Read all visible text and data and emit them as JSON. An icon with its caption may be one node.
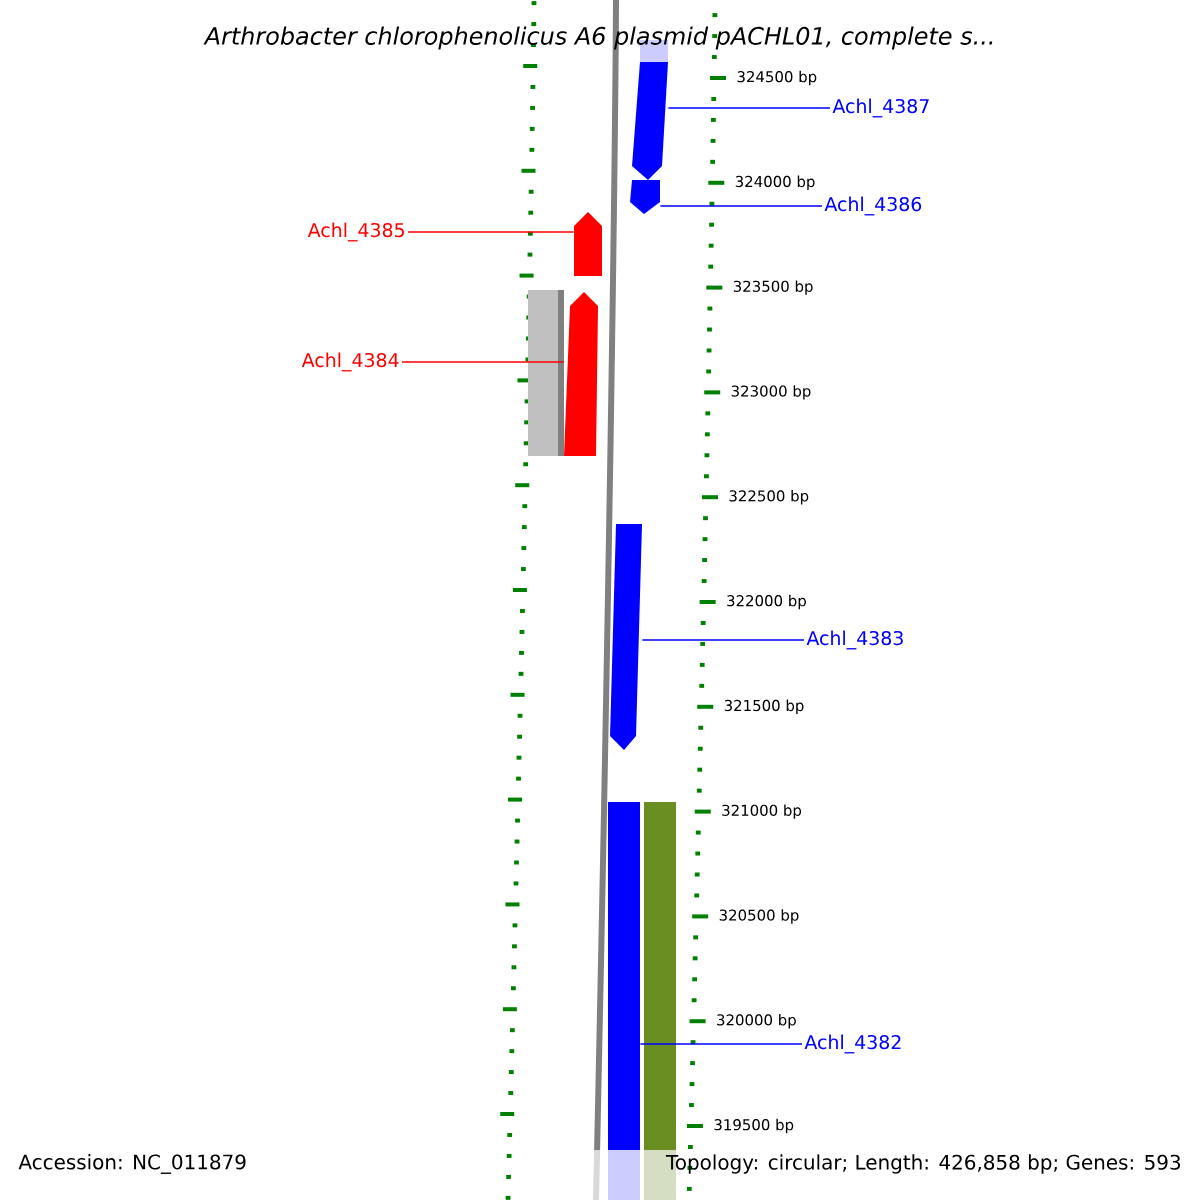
{
  "diagram": {
    "title": "Arthrobacter chlorophenolicus A6 plasmid pACHL01, complete s...",
    "nodes": [
      {
        "text": [
          "Achl_4387"
        ]
      },
      {
        "text": [],
        "shape": "arrow"
      },
      {
        "text": [
          "Achl_4386"
        ]
      },
      {
        "text": [],
        "shape": "arrow"
      },
      {
        "text": [
          "Achl_4385"
        ]
      },
      {
        "text": [],
        "shape": "arrow"
      },
      {
        "text": [
          "Achl_4384"
        ]
      },
      {
        "text": [],
        "shape": "bar"
      },
      {
        "text": [],
        "shape": "arrow"
      },
      {
        "text": [
          "Achl_4383"
        ]
      },
      {
        "text": [],
        "shape": "arrow"
      },
      {
        "text": [
          "Achl_4382"
        ]
      },
      {
        "text": [],
        "shape": "bar"
      },
      {
        "text": [],
        "shape": "bar"
      }
    ],
    "edges": [
      {
        "from": 0,
        "to": 1,
        "arrow": "none"
      },
      {
        "from": 2,
        "to": 3,
        "arrow": "none"
      },
      {
        "from": 4,
        "to": 5,
        "arrow": "none",
        "color": "#ff0000"
      },
      {
        "from": 6,
        "to": 8,
        "arrow": "none",
        "color": "#ff0000"
      },
      {
        "from": 9,
        "to": 10,
        "arrow": "none"
      },
      {
        "from": 11,
        "to": 12,
        "arrow": "none"
      }
    ],
    "labels": [
      "324500 bp",
      "324000 bp",
      "323500 bp",
      "323000 bp",
      "322500 bp",
      "322000 bp",
      "321500 bp",
      "321000 bp",
      "320500 bp",
      "320000 bp",
      "319500 bp",
      "Accession: NC_011879",
      "Topology: circular; Length: 426,858 bp; Genes: 593"
    ]
  }
}
